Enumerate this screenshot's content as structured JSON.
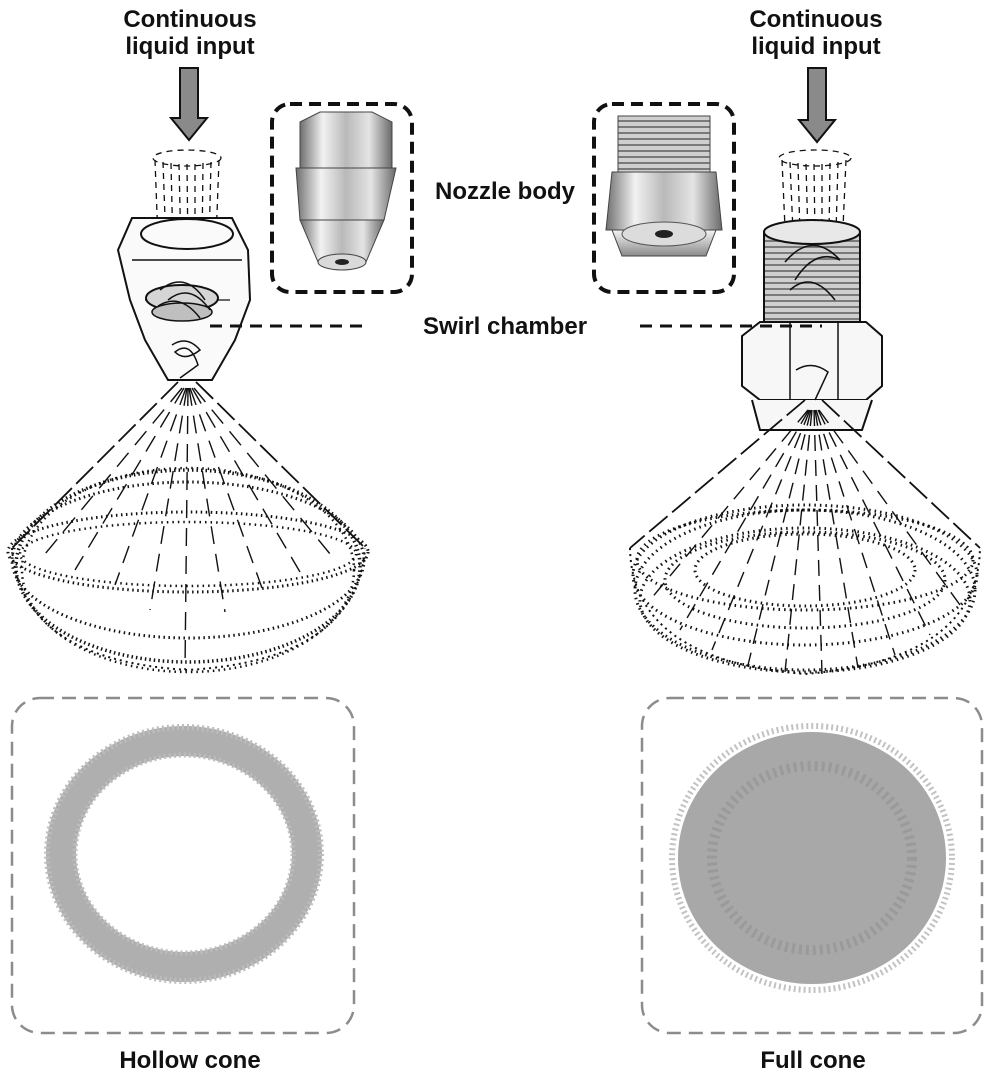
{
  "labels": {
    "input_left_l1": "Continuous",
    "input_left_l2": "liquid input",
    "input_right_l1": "Continuous",
    "input_right_l2": "liquid input",
    "nozzle_body": "Nozzle body",
    "swirl_chamber": "Swirl chamber",
    "hollow_cone": "Hollow cone",
    "full_cone": "Full cone"
  },
  "colors": {
    "ink": "#111111",
    "arrow_fill": "#8a8a8a",
    "pattern_gray": "#a6a6a6",
    "frame_gray": "#8c8c8c",
    "metal_light": "#e6e6e6",
    "metal_dark": "#7d7d7d"
  },
  "icons": {
    "input_arrow": "down-arrow-icon"
  }
}
